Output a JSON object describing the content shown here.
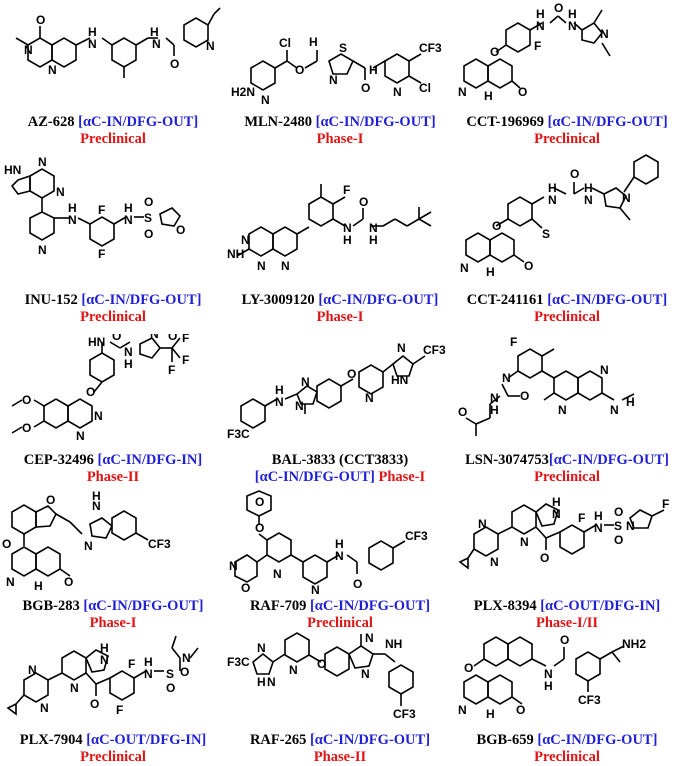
{
  "compounds": [
    {
      "name": "AZ-628",
      "classification": "[αC-IN/DFG-OUT]",
      "phase": "Preclinical"
    },
    {
      "name": "MLN-2480",
      "classification": "[αC-IN/DFG-OUT]",
      "phase": "Phase-I"
    },
    {
      "name": "CCT-196969",
      "classification": "[αC-IN/DFG-OUT]",
      "phase": "Preclinical"
    },
    {
      "name": "INU-152",
      "classification": "[αC-IN/DFG-OUT]",
      "phase": "Preclinical"
    },
    {
      "name": "LY-3009120",
      "classification": "[αC-IN/DFG-OUT]",
      "phase": "Phase-I"
    },
    {
      "name": "CCT-241161",
      "classification": "[αC-IN/DFG-OUT]",
      "phase": "Preclinical"
    },
    {
      "name": "CEP-32496",
      "classification": "[αC-IN/DFG-IN]",
      "phase": "Phase-II"
    },
    {
      "name": "BAL-3833 (CCT3833)",
      "classification": "[αC-IN/DFG-OUT]",
      "phase": "Phase-I"
    },
    {
      "name": "LSN-3074753",
      "classification": "[αC-IN/DFG-OUT]",
      "phase": "Preclinical"
    },
    {
      "name": "BGB-283",
      "classification": "[αC-IN/DFG-OUT]",
      "phase": "Phase-I"
    },
    {
      "name": "RAF-709",
      "classification": "[αC-IN/DFG-OUT]",
      "phase": "Preclinical"
    },
    {
      "name": "PLX-8394",
      "classification": "[αC-OUT/DFG-IN]",
      "phase": "Phase-I/II"
    },
    {
      "name": "PLX-7904",
      "classification": "[αC-OUT/DFG-IN]",
      "phase": "Preclinical"
    },
    {
      "name": "RAF-265",
      "classification": "[αC-IN/DFG-OUT]",
      "phase": "Phase-II"
    },
    {
      "name": "BGB-659",
      "classification": "[αC-IN/DFG-OUT]",
      "phase": "Preclinical"
    }
  ],
  "atom_labels": {
    "O": "O",
    "N": "N",
    "NH": "NH",
    "HN": "HN",
    "H": "H",
    "S": "S",
    "F": "F",
    "Cl": "Cl",
    "CF3": "CF3",
    "F3C": "F3C",
    "NH2": "NH2",
    "H2N": "H2N",
    "H_N": "N\nH",
    "F_bare": "F"
  }
}
